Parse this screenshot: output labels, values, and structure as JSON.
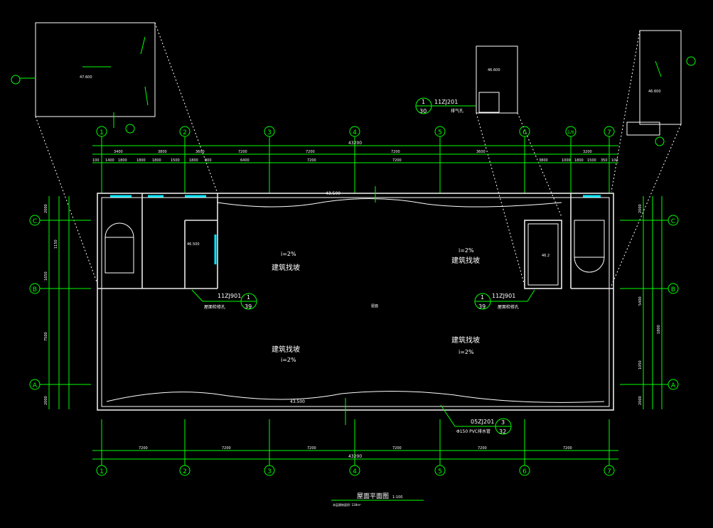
{
  "drawing": {
    "title": "屋面平面图",
    "scale": "1:100",
    "subtitle": "本层建筑面积: 128m²",
    "colors": {
      "background": "#000000",
      "dimension": "#00ff00",
      "walls": "#ffffff",
      "windows": "#00e5ff",
      "text": "#ffffff"
    }
  },
  "axes": {
    "columns": [
      "1",
      "2",
      "3",
      "4",
      "5",
      "6",
      "1/6",
      "7"
    ],
    "rows": [
      "C",
      "B",
      "A"
    ]
  },
  "dimensions": {
    "top_total": "43200",
    "top_spans": [
      "3400",
      "3800",
      "3600",
      "7200",
      "7200",
      "7200",
      "3600",
      "3200"
    ],
    "top_detail": [
      "100",
      "1400",
      "1800",
      "1800",
      "1800",
      "1500",
      "1800",
      "800",
      "6400",
      "7200",
      "7200",
      "3800",
      "1000",
      "1800",
      "1500",
      "350",
      "100"
    ],
    "bottom_spans": [
      "7200",
      "7200",
      "7200",
      "7200",
      "7200",
      "7200"
    ],
    "bottom_total": "43200",
    "left": [
      "2000",
      "1650",
      "1150",
      "7500",
      "2000"
    ],
    "right": [
      "2000",
      "5400",
      "1800",
      "1050",
      "2000"
    ]
  },
  "labels": {
    "parapet_elev_top": "43.500",
    "parapet_elev_bottom": "43.500",
    "slope_1": "i=2%",
    "slope_2": "i=2%",
    "slope_3": "i=2%",
    "slope_4": "i=2%",
    "find_slope_1": "建筑找坡",
    "find_slope_2": "建筑找坡",
    "find_slope_3": "建筑找坡",
    "find_slope_4": "建筑找坡",
    "ref_1_code": "11ZJ901",
    "ref_1_num": "1",
    "ref_1_sheet": "39",
    "ref_1_text": "屋面检修孔",
    "ref_2_code": "11ZJ901",
    "ref_2_num": "1",
    "ref_2_sheet": "39",
    "ref_2_text": "屋面检修孔",
    "ref_3_code": "11ZJ201",
    "ref_3_num": "1",
    "ref_3_sheet": "30",
    "ref_3_text": "排气孔",
    "ref_4_code": "05ZJ201",
    "ref_4_num": "3",
    "ref_4_sheet": "32",
    "pipe_text": "Φ150 PVC排水管",
    "elev_room": "46.500",
    "elev_room2": "46.2",
    "elev_inset_1": "47.600",
    "elev_inset_2": "46.600",
    "elev_inset_3": "46.600",
    "center_text": "屋面"
  }
}
